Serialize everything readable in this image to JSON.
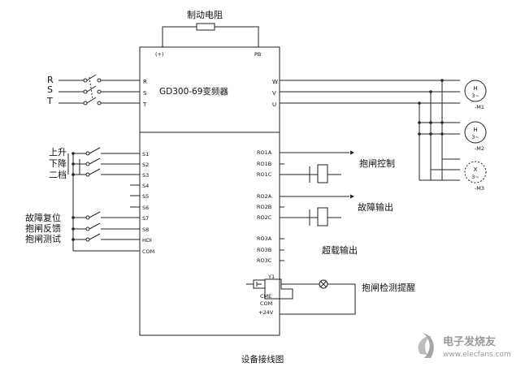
{
  "brake_resistor_label": "制动电阻",
  "drive": {
    "model_label": "GD300-69变频器",
    "terminal_plus": "(+)",
    "terminal_pb": "PB",
    "inputs": [
      "R",
      "S",
      "T"
    ],
    "outputs": [
      "W",
      "V",
      "U"
    ],
    "left_terminals": [
      "S1",
      "S2",
      "S3",
      "S4",
      "S5",
      "S6",
      "S7",
      "S8",
      "HDI",
      "COM"
    ],
    "relay_terminals": [
      "RO1A",
      "RO1B",
      "RO1C",
      "RO2A",
      "RO2B",
      "RO2C",
      "RO3A",
      "RO3B",
      "RO3C"
    ],
    "bottom_terminals": [
      "Y1",
      "CME",
      "COM",
      "+24V"
    ]
  },
  "power_labels": [
    "R",
    "S",
    "T"
  ],
  "input_functions": [
    "上升",
    "下降",
    "二档",
    "故障复位",
    "抱闸反馈",
    "抱闸测试"
  ],
  "output_functions": [
    "抱闸控制",
    "故障输出",
    "超载输出",
    "抱闸检测提醒"
  ],
  "motors": [
    {
      "top": "H",
      "bottom": "3~",
      "label": "-M1"
    },
    {
      "top": "H",
      "bottom": "3~",
      "label": "-M2"
    },
    {
      "top": "X",
      "bottom": "3~",
      "label": "-M3"
    }
  ],
  "caption": "设备接线图",
  "watermark": "电子发烧友",
  "watermark_url": "www.elecfans.com"
}
